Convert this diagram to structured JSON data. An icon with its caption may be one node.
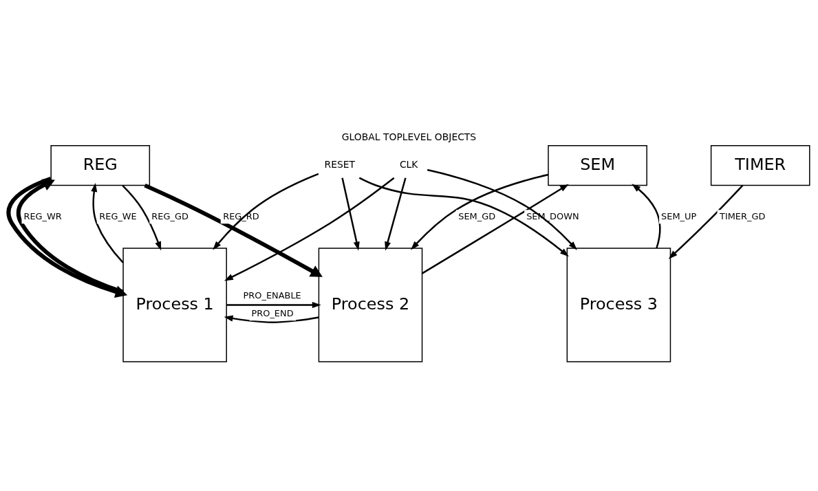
{
  "diagram": {
    "title": "GLOBAL TOPLEVEL OBJECTS",
    "nodes": [
      {
        "text": [
          "REG"
        ]
      },
      {
        "text": [
          "SEM"
        ]
      },
      {
        "text": [
          "TIMER"
        ]
      },
      {
        "text": [
          "Process 1"
        ]
      },
      {
        "text": [
          "Process 2"
        ]
      },
      {
        "text": [
          "Process 3"
        ]
      },
      {
        "text": [
          "RESET"
        ]
      },
      {
        "text": [
          "CLK"
        ]
      }
    ],
    "edges": [
      {
        "from": 3,
        "to": 0,
        "arrow": "to",
        "label": "REG_WR",
        "style": "thick"
      },
      {
        "from": 3,
        "to": 0,
        "arrow": "to",
        "label": "REG_WE"
      },
      {
        "from": 0,
        "to": 3,
        "arrow": "to",
        "label": "REG_GD"
      },
      {
        "from": 0,
        "to": 3,
        "arrow": "to",
        "style": "thick"
      },
      {
        "from": 0,
        "to": 4,
        "arrow": "to",
        "label": "REG_RD",
        "style": "thick"
      },
      {
        "from": 4,
        "to": 1,
        "arrow": "to",
        "label": "SEM_DOWN"
      },
      {
        "from": 1,
        "to": 4,
        "arrow": "to",
        "label": "SEM_GD"
      },
      {
        "from": 5,
        "to": 1,
        "arrow": "to",
        "label": "SEM_UP"
      },
      {
        "from": 2,
        "to": 5,
        "arrow": "to",
        "label": "TIMER_GD"
      },
      {
        "from": 6,
        "to": 3,
        "arrow": "to"
      },
      {
        "from": 7,
        "to": 3,
        "arrow": "to"
      },
      {
        "from": 6,
        "to": 4,
        "arrow": "to"
      },
      {
        "from": 7,
        "to": 4,
        "arrow": "to"
      },
      {
        "from": 6,
        "to": 5,
        "arrow": "to"
      },
      {
        "from": 7,
        "to": 5,
        "arrow": "to"
      },
      {
        "from": 4,
        "to": 3,
        "arrow": "to",
        "label": "PRO_END"
      },
      {
        "from": 3,
        "to": 4,
        "arrow": "to",
        "label": "PRO_ENABLE"
      }
    ]
  }
}
